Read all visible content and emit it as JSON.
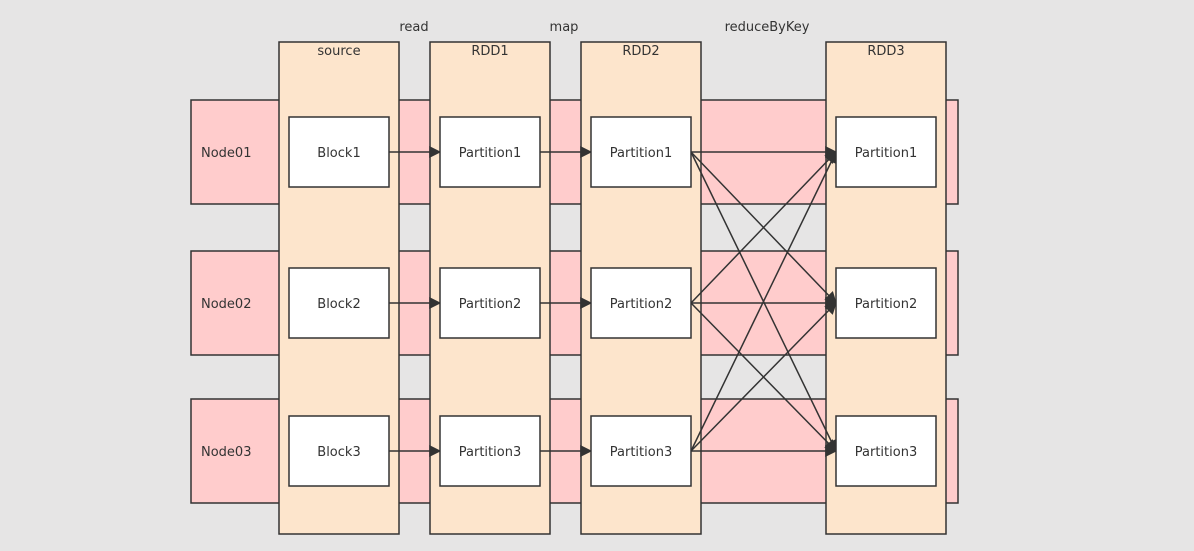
{
  "operations": [
    "read",
    "map",
    "reduceByKey"
  ],
  "nodes": [
    "Node01",
    "Node02",
    "Node03"
  ],
  "columns": [
    {
      "title": "source",
      "items": [
        "Block1",
        "Block2",
        "Block3"
      ]
    },
    {
      "title": "RDD1",
      "items": [
        "Partition1",
        "Partition2",
        "Partition3"
      ]
    },
    {
      "title": "RDD2",
      "items": [
        "Partition1",
        "Partition2",
        "Partition3"
      ]
    },
    {
      "title": "RDD3",
      "items": [
        "Partition1",
        "Partition2",
        "Partition3"
      ]
    }
  ],
  "colors": {
    "node_band": "#ffcccc",
    "column_band": "#fde5cc",
    "box": "#ffffff",
    "stroke": "#333333",
    "background": "#e6e5e5"
  },
  "edges": [
    {
      "from": [
        0,
        0
      ],
      "to": [
        1,
        0
      ]
    },
    {
      "from": [
        0,
        1
      ],
      "to": [
        1,
        1
      ]
    },
    {
      "from": [
        0,
        2
      ],
      "to": [
        1,
        2
      ]
    },
    {
      "from": [
        1,
        0
      ],
      "to": [
        2,
        0
      ]
    },
    {
      "from": [
        1,
        1
      ],
      "to": [
        2,
        1
      ]
    },
    {
      "from": [
        1,
        2
      ],
      "to": [
        2,
        2
      ]
    },
    {
      "from": [
        2,
        0
      ],
      "to": [
        3,
        0
      ]
    },
    {
      "from": [
        2,
        0
      ],
      "to": [
        3,
        1
      ]
    },
    {
      "from": [
        2,
        0
      ],
      "to": [
        3,
        2
      ]
    },
    {
      "from": [
        2,
        1
      ],
      "to": [
        3,
        0
      ]
    },
    {
      "from": [
        2,
        1
      ],
      "to": [
        3,
        1
      ]
    },
    {
      "from": [
        2,
        1
      ],
      "to": [
        3,
        2
      ]
    },
    {
      "from": [
        2,
        2
      ],
      "to": [
        3,
        0
      ]
    },
    {
      "from": [
        2,
        2
      ],
      "to": [
        3,
        1
      ]
    },
    {
      "from": [
        2,
        2
      ],
      "to": [
        3,
        2
      ]
    }
  ]
}
